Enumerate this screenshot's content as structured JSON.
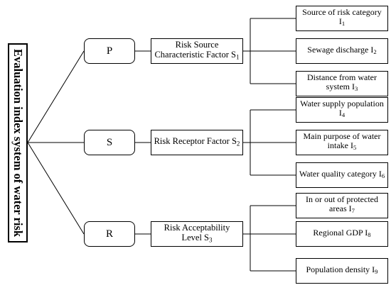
{
  "root": {
    "label": "Evaluation index system of water risk"
  },
  "categories": [
    {
      "id": "p",
      "label": "P"
    },
    {
      "id": "s",
      "label": "S"
    },
    {
      "id": "r",
      "label": "R"
    }
  ],
  "factors": [
    {
      "id": "s1",
      "text": "Risk Source Characteristic Factor S",
      "sub": "1"
    },
    {
      "id": "s2",
      "text": "Risk Receptor Factor S",
      "sub": "2"
    },
    {
      "id": "s3",
      "text": "Risk Acceptability Level S",
      "sub": "3"
    }
  ],
  "indicators": [
    {
      "id": "i1",
      "text": "Source of risk category I",
      "sub": "1"
    },
    {
      "id": "i2",
      "text": "Sewage discharge I",
      "sub": "2"
    },
    {
      "id": "i3",
      "text": "Distance from water system I",
      "sub": "3"
    },
    {
      "id": "i4",
      "text": "Water supply population I",
      "sub": "4"
    },
    {
      "id": "i5",
      "text": "Main purpose of water intake I",
      "sub": "5"
    },
    {
      "id": "i6",
      "text": "Water quality category I",
      "sub": "6"
    },
    {
      "id": "i7",
      "text": "In or out of protected areas I",
      "sub": "7"
    },
    {
      "id": "i8",
      "text": "Regional GDP I",
      "sub": "8"
    },
    {
      "id": "i9",
      "text": "Population density I",
      "sub": "9"
    }
  ]
}
